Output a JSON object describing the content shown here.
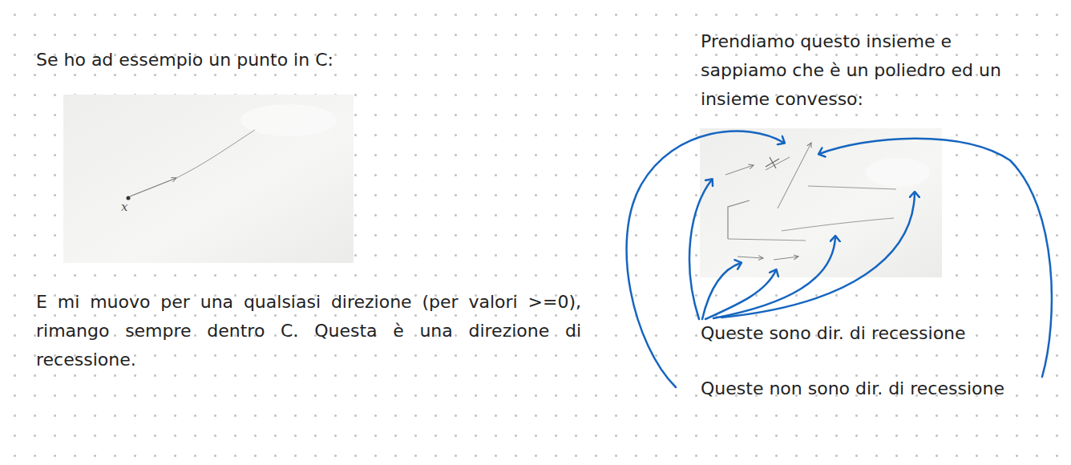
{
  "diagram": {
    "labels": [
      "Se ho ad essempio un punto in C:",
      "x",
      "E mi muovo per una qualsiasi direzione (per valori >=0), rimango sempre dentro C. Questa è una direzione di recessione.",
      "Prendiamo questo insieme e sappiamo che è un poliedro ed un insieme convesso:",
      "Queste sono dir. di recessione",
      "Queste non sono dir. di recessione"
    ]
  }
}
